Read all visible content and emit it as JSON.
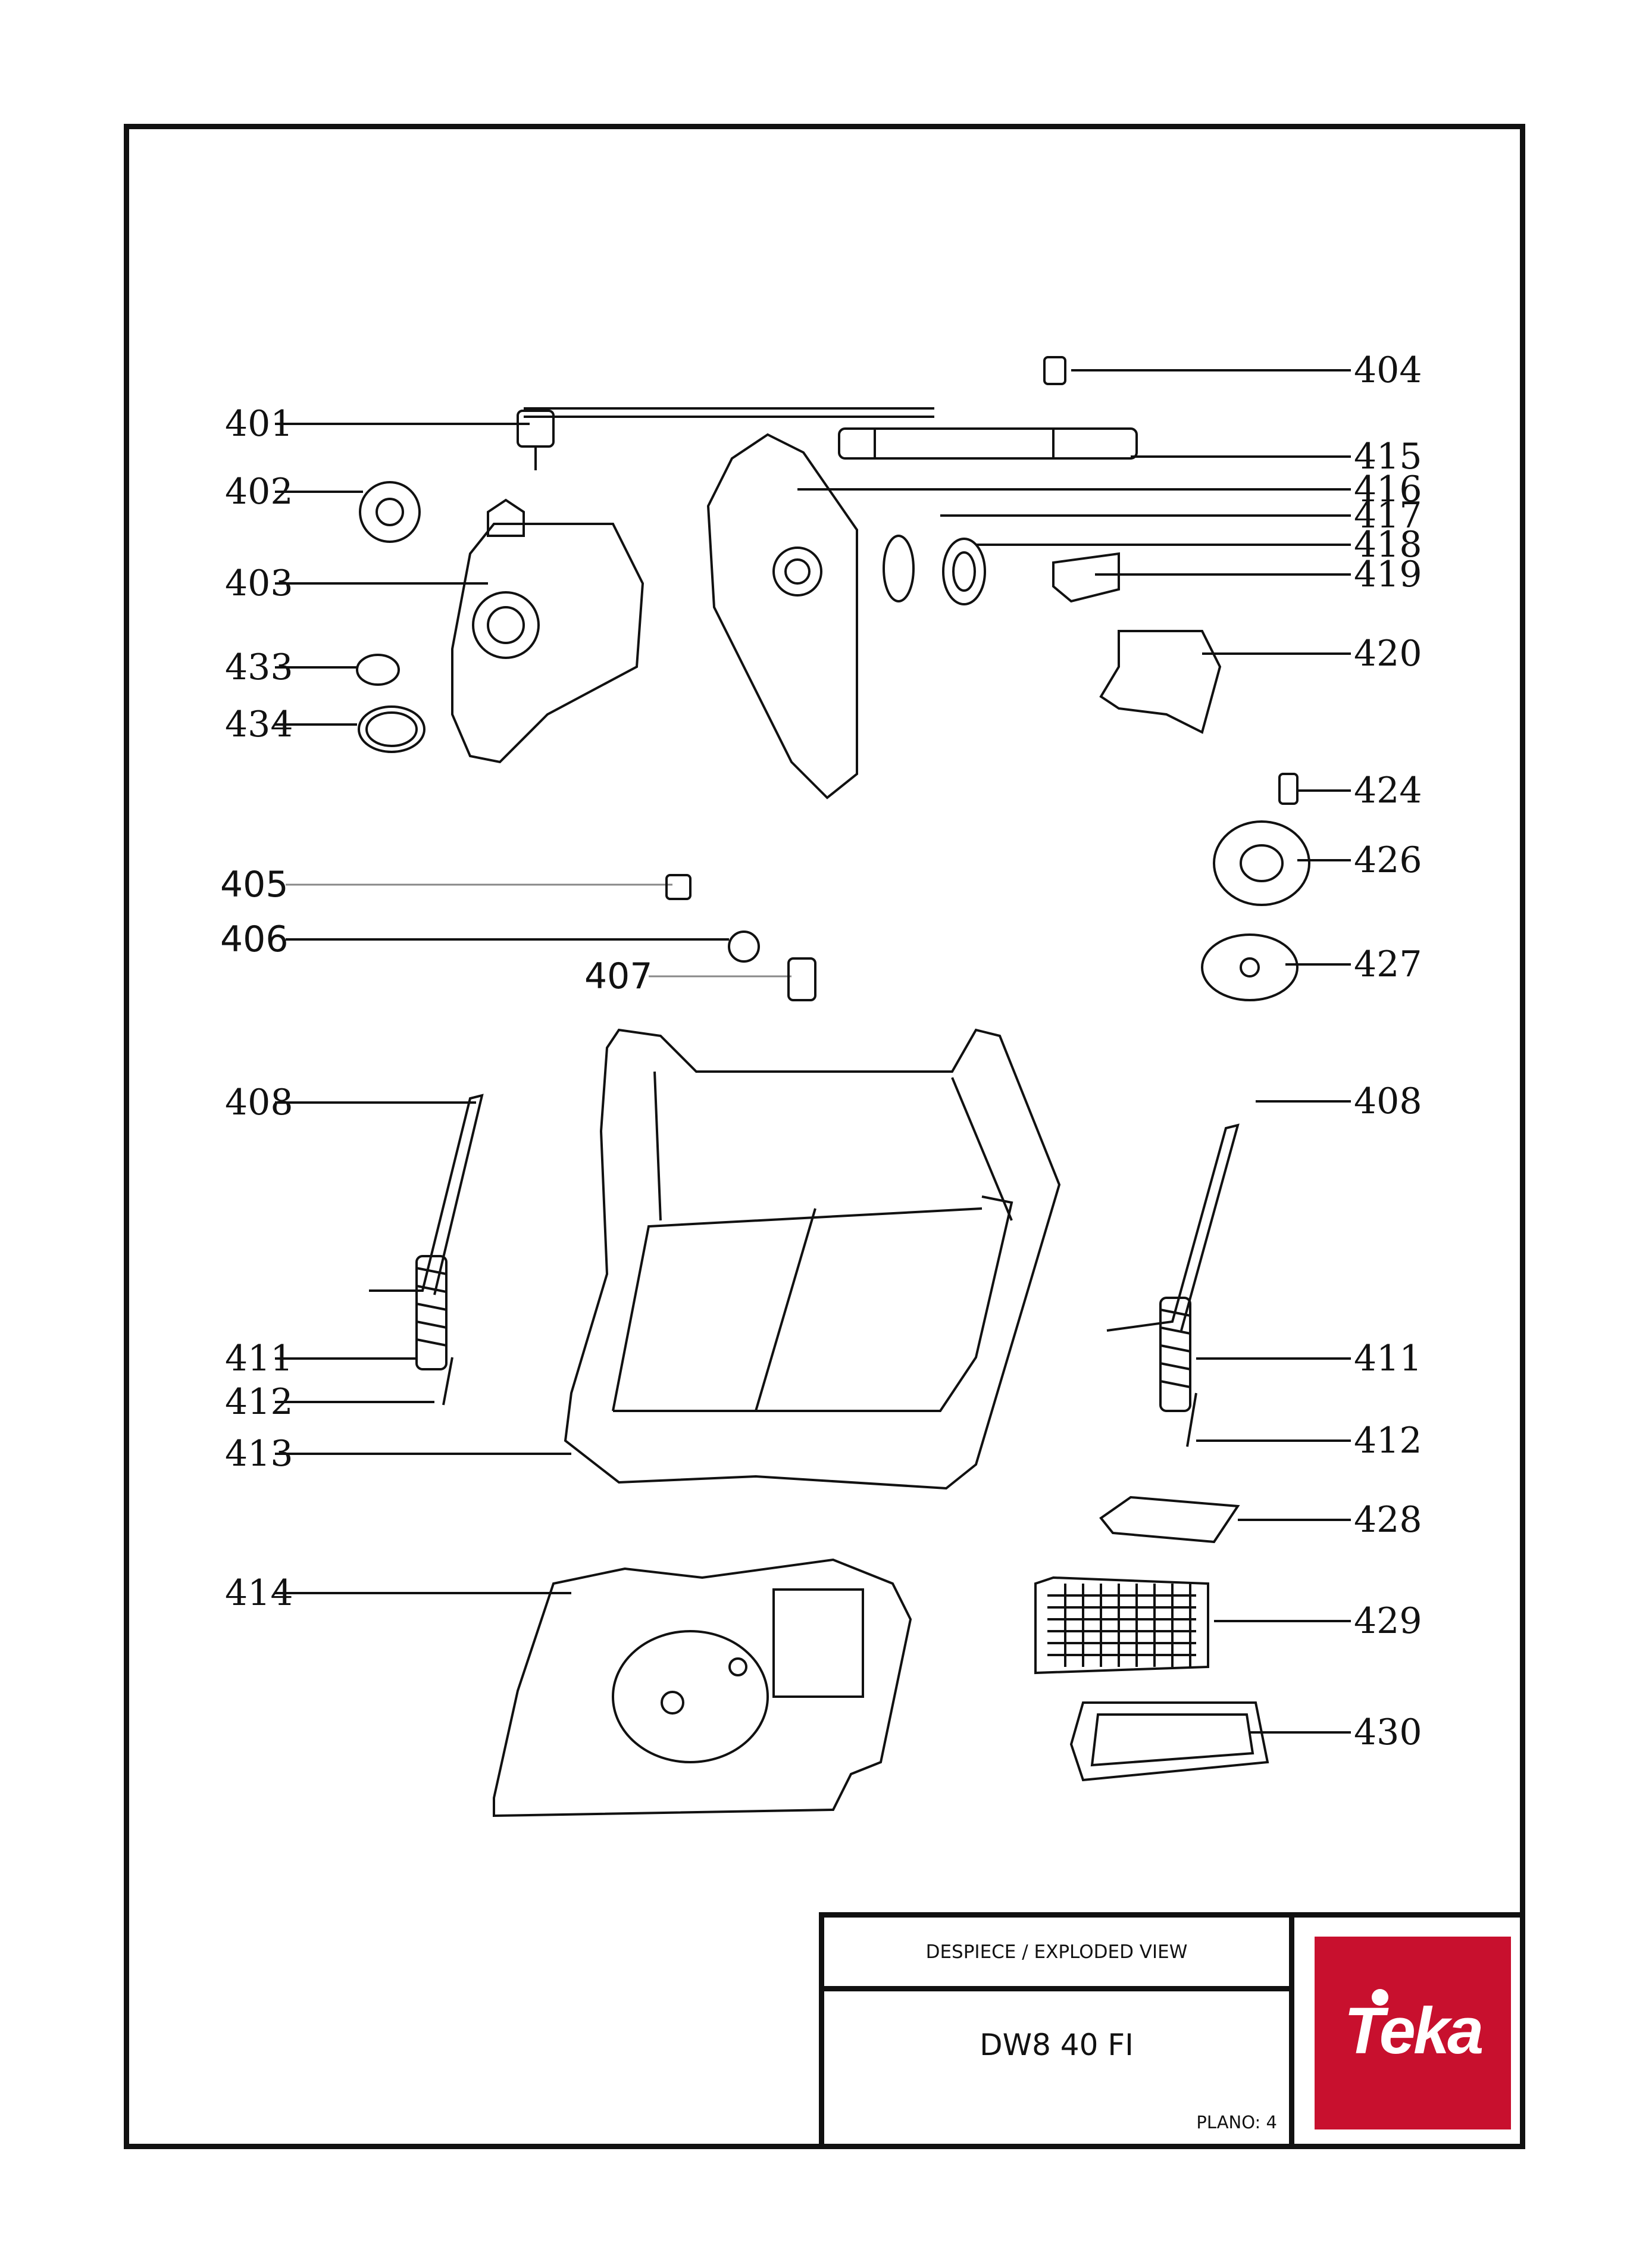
{
  "callouts": {
    "c401": "401",
    "c402": "402",
    "c403": "403",
    "c433": "433",
    "c434": "434",
    "c405": "405",
    "c406": "406",
    "c407": "407",
    "c408l": "408",
    "c411l": "411",
    "c412l": "412",
    "c413": "413",
    "c414": "414",
    "c404": "404",
    "c415": "415",
    "c416": "416",
    "c417": "417",
    "c418": "418",
    "c419": "419",
    "c420": "420",
    "c424": "424",
    "c426": "426",
    "c427": "427",
    "c408r": "408",
    "c411r": "411",
    "c412r": "412",
    "c428": "428",
    "c429": "429",
    "c430": "430"
  },
  "title_block": {
    "heading": "DESPIECE / EXPLODED VIEW",
    "model": "DW8 40 FI",
    "plano": "PLANO: 4"
  },
  "logo": {
    "text": "Teka",
    "background": "#c8102e",
    "foreground": "#ffffff"
  }
}
